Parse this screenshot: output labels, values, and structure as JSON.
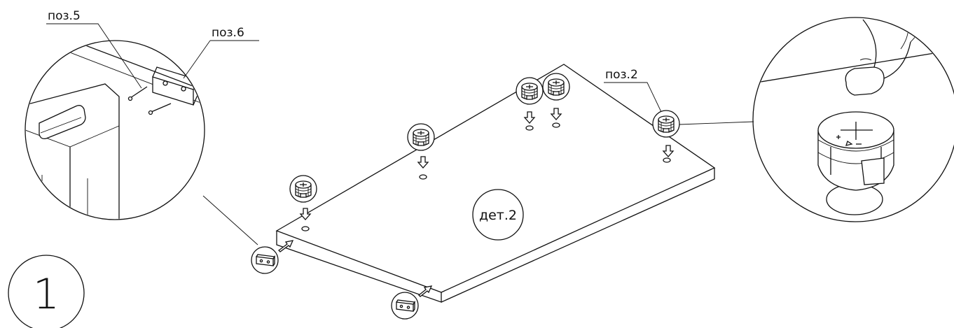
{
  "labels": {
    "poz5": "поз.5",
    "poz6": "поз.6",
    "poz2": "поз.2",
    "det2": "дет.2",
    "step": "1"
  },
  "icons": {
    "cam_fitting": "cam-lock-icon",
    "bracket": "bracket-icon",
    "arrow": "arrow-down-icon",
    "finger": "finger-icon"
  }
}
